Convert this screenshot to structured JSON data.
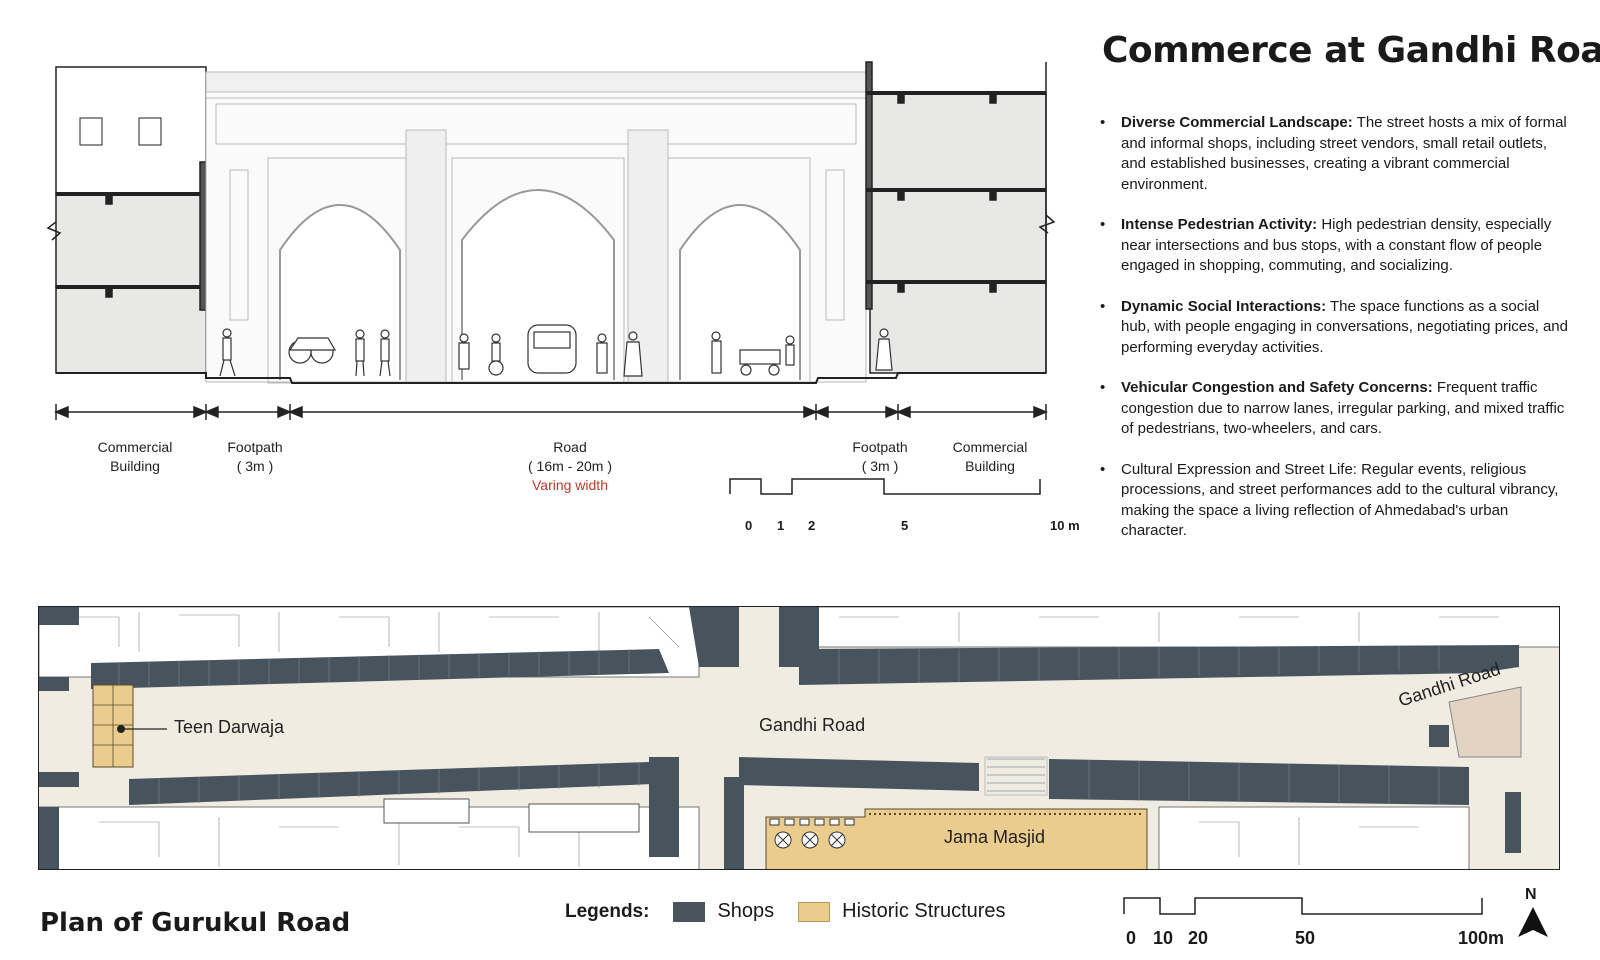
{
  "section": {
    "title": "Commerce at Gandhi Road",
    "dimensions": [
      {
        "line1": "Commercial",
        "line2": "Building",
        "line3": ""
      },
      {
        "line1": "Footpath",
        "line2": "( 3m )",
        "line3": ""
      },
      {
        "line1": "Road",
        "line2": "( 16m - 20m )",
        "line3": "Varing width"
      },
      {
        "line1": "Footpath",
        "line2": "( 3m )",
        "line3": ""
      },
      {
        "line1": "Commercial",
        "line2": "Building",
        "line3": ""
      }
    ],
    "scale_labels": [
      "0",
      "1",
      "2",
      "5",
      "10 m"
    ]
  },
  "bullets": [
    {
      "bold": "Diverse Commercial Landscape:",
      "text": " The street hosts a mix of formal and informal shops, including street vendors, small retail outlets, and established businesses, creating a vibrant commercial environment."
    },
    {
      "bold": "Intense Pedestrian Activity:",
      "text": " High pedestrian density, especially near intersections and bus stops, with a constant flow of people engaged in shopping, commuting, and socializing."
    },
    {
      "bold": "Dynamic Social Interactions:",
      "text": " The space functions as a social hub, with people engaging in conversations, negotiating prices, and performing everyday activities."
    },
    {
      "bold": "Vehicular Congestion and Safety Concerns:",
      "text": " Frequent traffic congestion due to narrow lanes, irregular parking, and mixed traffic of pedestrians, two-wheelers, and cars."
    },
    {
      "bold": "",
      "text": "Cultural Expression and Street Life: Regular events, religious processions, and street performances add to the cultural vibrancy, making the space a living reflection of Ahmedabad's urban character."
    }
  ],
  "plan": {
    "title": "Plan of Gurukul Road",
    "labels": {
      "teen_darwaja": "Teen Darwaja",
      "gandhi_road_center": "Gandhi Road",
      "gandhi_road_right": "Gandhi Road",
      "jama_masjid": "Jama Masjid"
    },
    "legend": {
      "title": "Legends:",
      "items": [
        {
          "label": "Shops",
          "color": "#47545e"
        },
        {
          "label": "Historic Structures",
          "color": "#eacd8e"
        }
      ]
    },
    "scale_labels": [
      "0",
      "10",
      "20",
      "50",
      "100m"
    ],
    "north": "N"
  },
  "colors": {
    "shops": "#47545e",
    "historic": "#eacd8e",
    "road": "#f1ece2",
    "red_note": "#c0392b"
  }
}
